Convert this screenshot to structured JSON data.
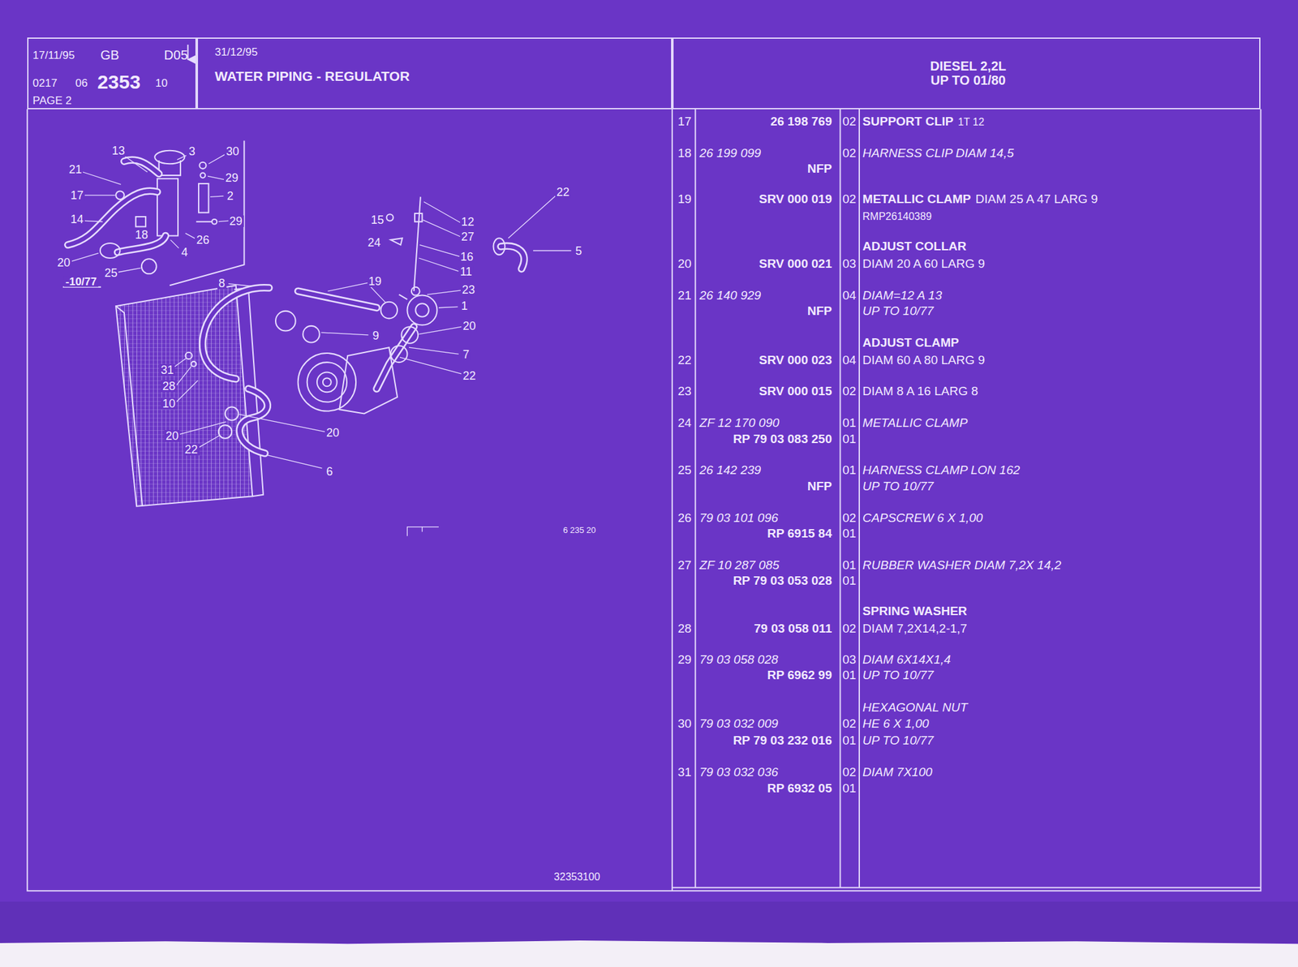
{
  "diagram": {
    "nodes": [
      {
        "text": [
          "17/11/95",
          "GB",
          "D05",
          "0217",
          "06",
          "2353",
          "10",
          "PAGE 2"
        ]
      },
      {
        "text": [
          "31/12/95",
          "WATER PIPING - REGULATOR"
        ]
      },
      {
        "text": [
          "DIESEL 2,2L UP TO 01/80"
        ]
      }
    ],
    "labels": [
      "13",
      "3",
      "30",
      "21",
      "29",
      "17",
      "2",
      "14",
      "29",
      "18",
      "26",
      "4",
      "20",
      "25",
      "-10/77",
      "15",
      "12",
      "27",
      "24",
      "16",
      "11",
      "22",
      "5",
      "8",
      "19",
      "23",
      "1",
      "20",
      "9",
      "7",
      "22",
      "31",
      "28",
      "10",
      "20",
      "20",
      "22",
      "6",
      "6 235 20",
      "32353100",
      "17",
      "26 198 769",
      "02",
      "SUPPORT CLIP",
      "1T 12",
      "18",
      "26 199 099",
      "02",
      "HARNESS CLIP DIAM 14,5",
      "NFP",
      "19",
      "SRV 000 019",
      "02",
      "METALLIC CLAMP",
      "DIAM 25 A 47 LARG 9",
      "RMP26140389",
      "ADJUST COLLAR",
      "20",
      "SRV 000 021",
      "03",
      "DIAM 20 A 60 LARG 9",
      "21",
      "26 140 929",
      "04",
      "DIAM=12 A 13",
      "NFP",
      "UP TO 10/77",
      "ADJUST CLAMP",
      "22",
      "SRV 000 023",
      "04",
      "DIAM 60 A 80 LARG 9",
      "23",
      "SRV 000 015",
      "02",
      "DIAM 8 A 16 LARG 8",
      "24",
      "ZF 12 170 090",
      "01",
      "METALLIC CLAMP",
      "RP 79 03 083 250",
      "01",
      "25",
      "26 142 239",
      "01",
      "HARNESS CLAMP LON 162",
      "NFP",
      "UP TO 10/77",
      "26",
      "79 03 101 096",
      "02",
      "CAPSCREW 6 X 1,00",
      "RP 6915 84",
      "01",
      "27",
      "ZF 10 287 085",
      "01",
      "RUBBER WASHER DIAM 7,2X 14,2",
      "RP 79 03 053 028",
      "01",
      "SPRING WASHER",
      "28",
      "79 03 058 011",
      "02",
      "DIAM 7,2X14,2-1,7",
      "29",
      "79 03 058 028",
      "03",
      "DIAM 6X14X1,4",
      "RP 6962 99",
      "01",
      "UP TO 10/77",
      "HEXAGONAL NUT",
      "30",
      "79 03 032 009",
      "02",
      "HE 6 X 1,00",
      "RP 79 03 232 016",
      "01",
      "UP TO 10/77",
      "31",
      "79 03 032 036",
      "02",
      "DIAM 7X100",
      "RP 6932 05",
      "01"
    ]
  }
}
